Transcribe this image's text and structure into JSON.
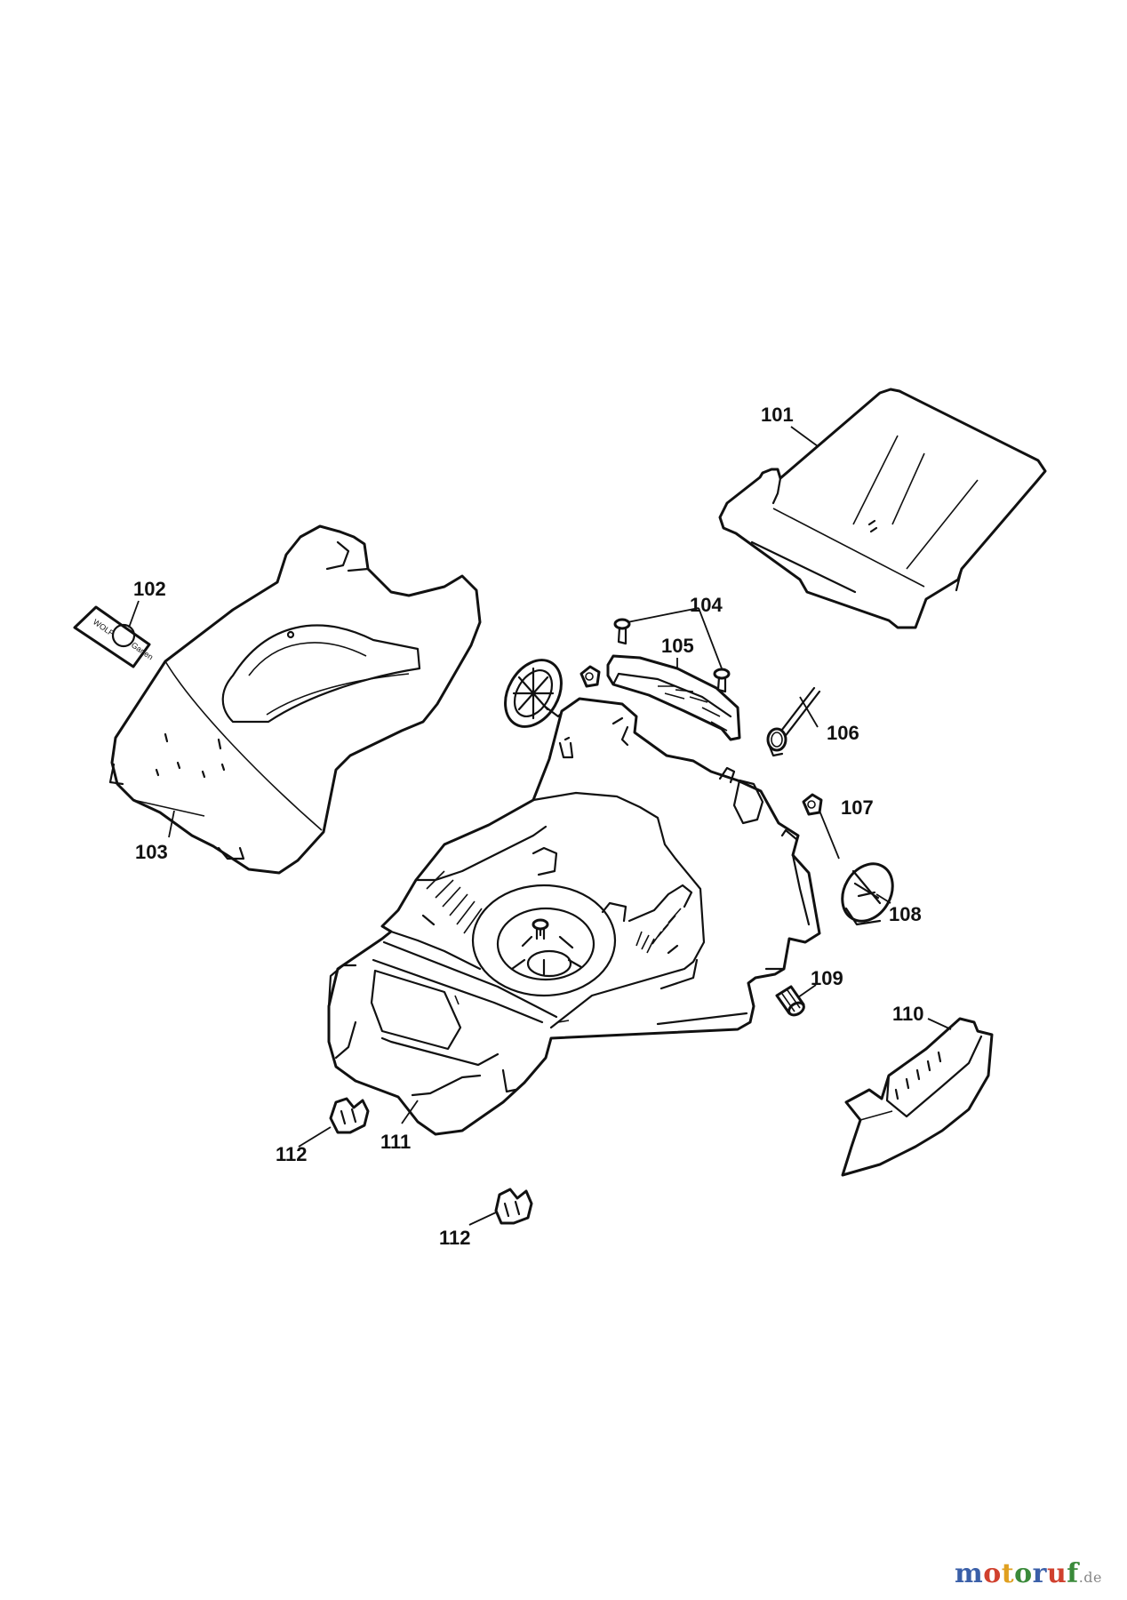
{
  "callouts": {
    "p101": "101",
    "p102": "102",
    "p103": "103",
    "p104": "104",
    "p105": "105",
    "p106": "106",
    "p107": "107",
    "p108": "108",
    "p109": "109",
    "p110": "110",
    "p111": "111",
    "p112a": "112",
    "p112b": "112"
  },
  "logo": {
    "word1": "WOLF",
    "word2": "Garten"
  },
  "watermark": {
    "letters": [
      "m",
      "o",
      "t",
      "o",
      "r",
      "u",
      "f"
    ],
    "letter_colors": [
      "#3a5fa8",
      "#d0402e",
      "#e0a020",
      "#3a8a3a",
      "#3a5fa8",
      "#d0402e",
      "#3a8a3a"
    ],
    "suffix": ".de"
  }
}
